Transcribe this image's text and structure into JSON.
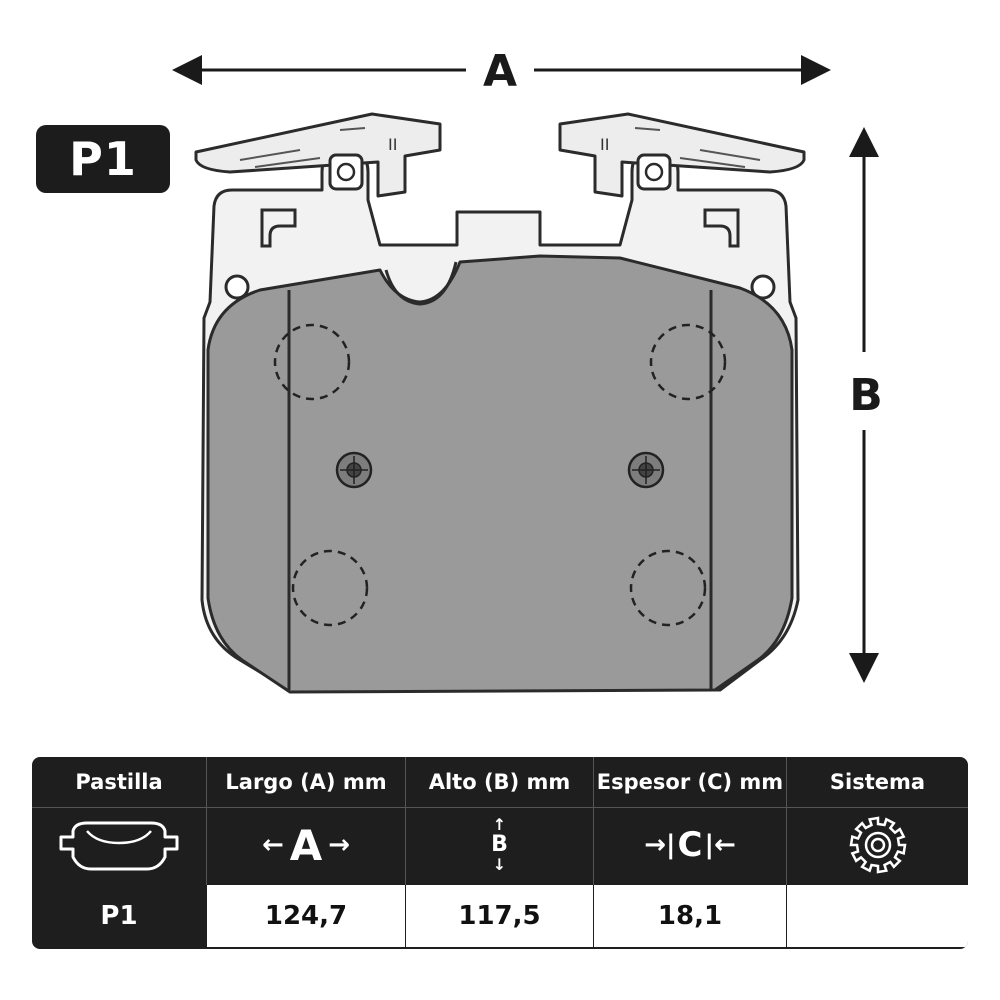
{
  "diagram": {
    "badge": "P1",
    "dim_a_label": "A",
    "dim_b_label": "B"
  },
  "table": {
    "headers": {
      "pastilla": "Pastilla",
      "largo": "Largo (A) mm",
      "alto": "Alto (B) mm",
      "espesor": "Espesor (C) mm",
      "sistema": "Sistema"
    },
    "icons": {
      "largo": "A",
      "alto": "B",
      "espesor": "C"
    },
    "row": {
      "pastilla": "P1",
      "largo": "124,7",
      "alto": "117,5",
      "espesor": "18,1",
      "sistema": ""
    }
  },
  "colors": {
    "friction": "#9a9a9a",
    "plate": "#f2f2f2",
    "outline": "#2b2b2b",
    "table_bg": "#1e1e1e"
  }
}
